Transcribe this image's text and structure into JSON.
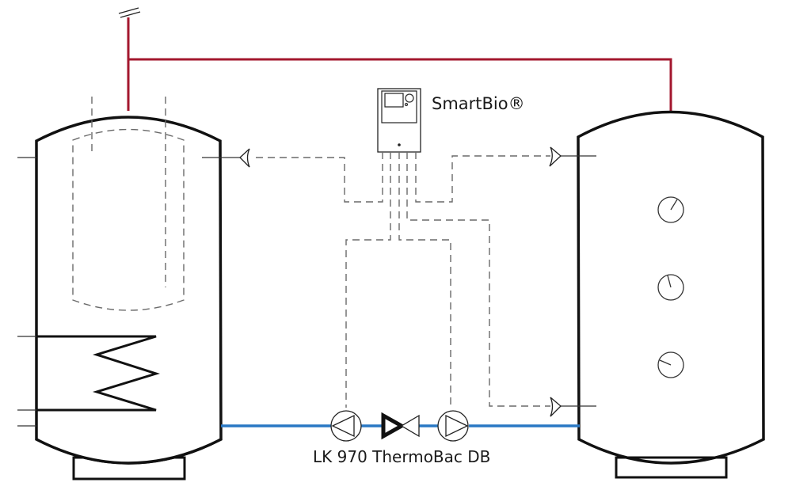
{
  "diagram": {
    "controller": {
      "label": "SmartBio®",
      "icon": "controller-unit-icon"
    },
    "pump_group": {
      "label": "LK 970 ThermoBac DB",
      "components": [
        "circulation-pump-left",
        "check-valve",
        "circulation-pump-right"
      ]
    },
    "tanks": [
      {
        "id": "left-tank",
        "type": "water-heater",
        "features": [
          "internal-dhw-vessel",
          "heating-coil",
          "temperature-sensor-pocket"
        ]
      },
      {
        "id": "right-tank",
        "type": "buffer-tank",
        "features": [
          "thermometer",
          "thermometer",
          "thermometer",
          "sensor-top",
          "sensor-bottom"
        ]
      }
    ],
    "pipes": {
      "hot_color": "#a3172e",
      "cold_color": "#2a78c4"
    }
  }
}
